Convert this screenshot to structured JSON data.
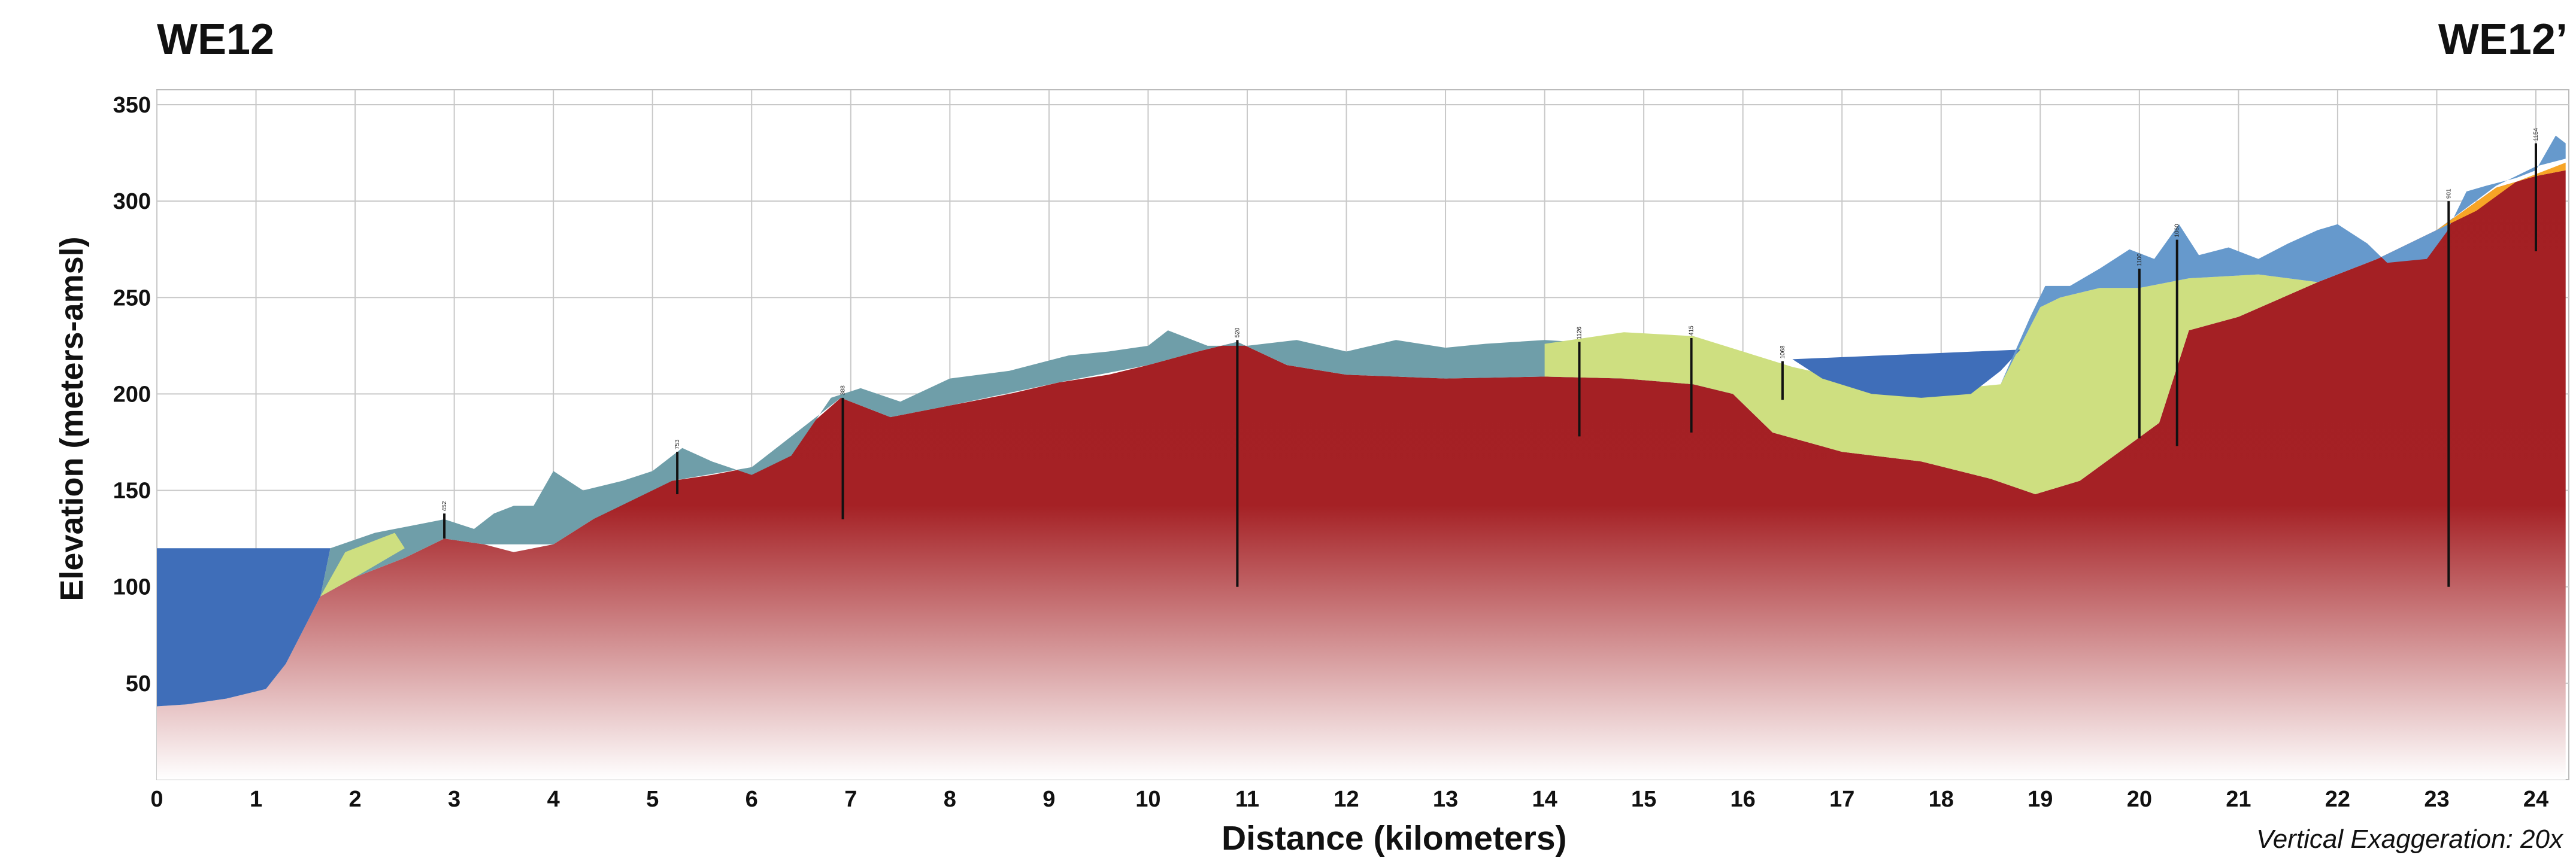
{
  "chart_data": {
    "type": "area",
    "title_left": "WE12",
    "title_right": "WE12’",
    "xlabel": "Distance (kilometers)",
    "ylabel": "Elevation (meters-amsl)",
    "note": "Vertical Exaggeration: 20x",
    "xlim": [
      0,
      24.3
    ],
    "ylim": [
      0,
      350
    ],
    "x_ticks": [
      0,
      1,
      2,
      3,
      4,
      5,
      6,
      7,
      8,
      9,
      10,
      11,
      12,
      13,
      14,
      15,
      16,
      17,
      18,
      19,
      20,
      21,
      22,
      23,
      24
    ],
    "y_ticks": [
      50,
      100,
      150,
      200,
      250,
      300,
      350
    ],
    "grid": true,
    "colors": {
      "bedrock_top": "#a31f23",
      "bedrock_bottom": "#ffffff",
      "teal_unit": "#6f9ea9",
      "blue_unit": "#6699cc",
      "dark_blue_unit": "#3f6eb9",
      "green_unit": "#cedf80",
      "orange_unit": "#f7a526"
    },
    "series": [
      {
        "id": "bedrock",
        "points": [
          [
            0,
            38
          ],
          [
            0.3,
            39
          ],
          [
            0.7,
            42
          ],
          [
            1.1,
            47
          ],
          [
            1.3,
            60
          ],
          [
            1.5,
            80
          ],
          [
            1.65,
            95
          ],
          [
            2,
            105
          ],
          [
            2.5,
            115
          ],
          [
            2.9,
            125
          ],
          [
            3.3,
            122
          ],
          [
            3.6,
            118
          ],
          [
            4,
            122
          ],
          [
            4.4,
            135
          ],
          [
            4.8,
            150
          ],
          [
            5.2,
            155
          ],
          [
            5.6,
            158
          ],
          [
            6,
            162
          ],
          [
            6.5,
            180
          ],
          [
            6.9,
            198
          ],
          [
            7.4,
            188
          ],
          [
            8,
            194
          ],
          [
            8.6,
            200
          ],
          [
            9.1,
            206
          ],
          [
            9.6,
            210
          ],
          [
            10,
            215
          ],
          [
            10.5,
            222
          ],
          [
            10.9,
            227
          ],
          [
            11.4,
            215
          ],
          [
            12,
            210
          ],
          [
            13,
            208
          ],
          [
            14,
            209
          ],
          [
            14.8,
            208
          ],
          [
            15.5,
            205
          ],
          [
            15.9,
            200
          ],
          [
            16.3,
            180
          ],
          [
            17,
            170
          ],
          [
            17.8,
            165
          ],
          [
            18.5,
            156
          ],
          [
            18.95,
            148
          ],
          [
            19.4,
            155
          ],
          [
            19.8,
            170
          ],
          [
            20.2,
            185
          ],
          [
            20.5,
            233
          ],
          [
            21,
            240
          ],
          [
            21.8,
            258
          ],
          [
            22.4,
            270
          ],
          [
            23.0,
            285
          ],
          [
            23.6,
            307
          ],
          [
            24.0,
            313
          ],
          [
            24.3,
            316
          ]
        ]
      },
      {
        "id": "dark-blue-water-left",
        "points": [
          [
            0,
            120
          ],
          [
            1.75,
            120
          ],
          [
            1.65,
            95
          ],
          [
            1.5,
            80
          ],
          [
            1.3,
            60
          ],
          [
            1.1,
            47
          ],
          [
            0.7,
            42
          ],
          [
            0.3,
            39
          ],
          [
            0,
            38
          ]
        ]
      },
      {
        "id": "teal-surface",
        "points": [
          [
            1.75,
            120
          ],
          [
            2.2,
            128
          ],
          [
            2.6,
            132
          ],
          [
            2.9,
            135
          ],
          [
            3.2,
            130
          ],
          [
            3.4,
            138
          ],
          [
            3.6,
            142
          ],
          [
            3.8,
            142
          ],
          [
            4.0,
            160
          ],
          [
            4.3,
            150
          ],
          [
            4.7,
            155
          ],
          [
            5.0,
            160
          ],
          [
            5.3,
            172
          ],
          [
            5.6,
            165
          ],
          [
            6.0,
            158
          ],
          [
            6.4,
            168
          ],
          [
            6.8,
            198
          ],
          [
            7.1,
            203
          ],
          [
            7.5,
            196
          ],
          [
            8,
            208
          ],
          [
            8.6,
            212
          ],
          [
            9.2,
            220
          ],
          [
            9.6,
            222
          ],
          [
            10.0,
            225
          ],
          [
            10.2,
            233
          ],
          [
            10.6,
            225
          ],
          [
            11.0,
            225
          ],
          [
            11.5,
            228
          ],
          [
            12,
            222
          ],
          [
            12.5,
            228
          ],
          [
            13,
            224
          ],
          [
            13.4,
            226
          ],
          [
            14,
            228
          ],
          [
            14.6,
            226
          ],
          [
            14.9,
            230
          ],
          [
            15.3,
            228
          ],
          [
            15.5,
            226
          ],
          [
            15.9,
            210
          ],
          [
            15.9,
            200
          ],
          [
            15.5,
            205
          ],
          [
            14.8,
            208
          ],
          [
            14,
            209
          ],
          [
            13,
            208
          ],
          [
            12,
            210
          ],
          [
            11.4,
            215
          ],
          [
            10.9,
            227
          ],
          [
            10.5,
            222
          ],
          [
            10,
            215
          ],
          [
            9.1,
            206
          ],
          [
            8,
            194
          ],
          [
            7.4,
            188
          ],
          [
            6.9,
            198
          ],
          [
            6,
            162
          ],
          [
            5.2,
            155
          ],
          [
            4.4,
            135
          ],
          [
            4,
            122
          ],
          [
            3.3,
            122
          ],
          [
            2.9,
            125
          ],
          [
            2.5,
            115
          ],
          [
            2,
            105
          ],
          [
            1.65,
            95
          ]
        ]
      },
      {
        "id": "green-lower",
        "points": [
          [
            1.65,
            95
          ],
          [
            1.9,
            118
          ],
          [
            2.1,
            122
          ],
          [
            2.4,
            128
          ],
          [
            2.5,
            120
          ],
          [
            2,
            105
          ]
        ]
      },
      {
        "id": "green-valley",
        "points": [
          [
            14.0,
            226
          ],
          [
            14.8,
            232
          ],
          [
            15.5,
            230
          ],
          [
            16.0,
            222
          ],
          [
            16.5,
            214
          ],
          [
            17.2,
            206
          ],
          [
            18.0,
            202
          ],
          [
            18.6,
            205
          ],
          [
            19.0,
            245
          ],
          [
            19.2,
            250
          ],
          [
            19.6,
            255
          ],
          [
            20.0,
            255
          ],
          [
            20.5,
            260
          ],
          [
            21.2,
            262
          ],
          [
            21.8,
            258
          ],
          [
            21.0,
            240
          ],
          [
            20.5,
            233
          ],
          [
            20.2,
            185
          ],
          [
            19.8,
            170
          ],
          [
            19.4,
            155
          ],
          [
            18.95,
            148
          ],
          [
            18.5,
            156
          ],
          [
            17.8,
            165
          ],
          [
            17,
            170
          ],
          [
            16.3,
            180
          ],
          [
            15.9,
            200
          ],
          [
            15.5,
            205
          ],
          [
            14.8,
            208
          ],
          [
            14,
            209
          ]
        ]
      },
      {
        "id": "dark-blue-water-right",
        "points": [
          [
            16.5,
            218
          ],
          [
            18.8,
            223
          ],
          [
            18.6,
            212
          ],
          [
            18.3,
            200
          ],
          [
            17.8,
            198
          ],
          [
            17.3,
            200
          ],
          [
            16.8,
            208
          ]
        ]
      },
      {
        "id": "blue-upper",
        "points": [
          [
            18.9,
            240
          ],
          [
            19.05,
            256
          ],
          [
            19.3,
            256
          ],
          [
            19.6,
            265
          ],
          [
            19.9,
            275
          ],
          [
            20.15,
            270
          ],
          [
            20.4,
            288
          ],
          [
            20.6,
            272
          ],
          [
            20.9,
            276
          ],
          [
            21.2,
            270
          ],
          [
            21.5,
            278
          ],
          [
            21.8,
            285
          ],
          [
            22.0,
            288
          ],
          [
            22.3,
            278
          ],
          [
            22.5,
            268
          ],
          [
            22.9,
            270
          ],
          [
            23.1,
            284
          ],
          [
            23.3,
            305
          ],
          [
            23.5,
            308
          ],
          [
            23.8,
            312
          ],
          [
            24.0,
            316
          ],
          [
            24.2,
            334
          ],
          [
            24.3,
            330
          ],
          [
            24.3,
            322
          ],
          [
            24.0,
            318
          ],
          [
            23.6,
            308
          ],
          [
            23.0,
            285
          ],
          [
            22.4,
            270
          ],
          [
            21.8,
            258
          ],
          [
            21.2,
            262
          ],
          [
            20.5,
            260
          ],
          [
            20.0,
            255
          ],
          [
            19.6,
            255
          ],
          [
            19.2,
            250
          ],
          [
            19.0,
            245
          ],
          [
            18.6,
            205
          ]
        ]
      },
      {
        "id": "orange-lenses",
        "points": [
          [
            24.3,
            316
          ],
          [
            24.0,
            313
          ],
          [
            23.6,
            307
          ],
          [
            23.0,
            285
          ],
          [
            22.8,
            280
          ],
          [
            23.4,
            295
          ],
          [
            23.8,
            310
          ],
          [
            24.3,
            320
          ]
        ]
      }
    ],
    "wells": [
      {
        "x": 2.9,
        "top": 138,
        "bottom": 125,
        "label": "452"
      },
      {
        "x": 5.25,
        "top": 170,
        "bottom": 148,
        "label": "753"
      },
      {
        "x": 6.92,
        "top": 198,
        "bottom": 135,
        "label": "388"
      },
      {
        "x": 10.9,
        "top": 228,
        "bottom": 100,
        "label": "520"
      },
      {
        "x": 14.35,
        "top": 227,
        "bottom": 178,
        "label": "1126"
      },
      {
        "x": 15.48,
        "top": 229,
        "bottom": 180,
        "label": "415"
      },
      {
        "x": 16.4,
        "top": 217,
        "bottom": 197,
        "label": "1068"
      },
      {
        "x": 20.0,
        "top": 265,
        "bottom": 177,
        "label": "1100"
      },
      {
        "x": 20.38,
        "top": 280,
        "bottom": 173,
        "label": "1060"
      },
      {
        "x": 23.12,
        "top": 300,
        "bottom": 100,
        "label": "901"
      },
      {
        "x": 24.0,
        "top": 330,
        "bottom": 274,
        "label": "1154"
      }
    ]
  }
}
